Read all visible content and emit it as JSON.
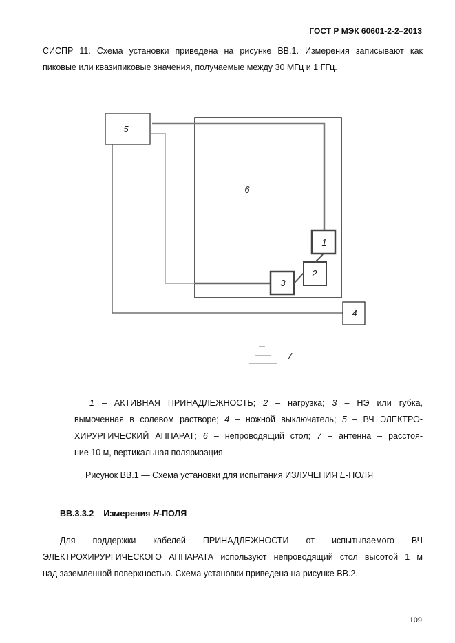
{
  "header": {
    "doc_id": "ГОСТ Р МЭК 60601-2-2–2013"
  },
  "intro": {
    "line1": "СИСПР 11. Схема установки приведена на рисунке ВВ.1. Измерения записывают как",
    "line2": "пиковые или квазипиковые значения, получаемые между 30 МГц и 1 ГГц."
  },
  "figure": {
    "labels": {
      "l1": "1",
      "l2": "2",
      "l3": "3",
      "l4": "4",
      "l5": "5",
      "l6": "6",
      "l7": "7"
    }
  },
  "legend": {
    "n1": "1",
    "t1": " – АКТИВНАЯ  ПРИНАДЛЕЖНОСТЬ;  ",
    "n2": "2",
    "t2": " – нагрузка;  ",
    "n3": "3",
    "t3": " – НЭ  или  губка,",
    "t4": "вымоченная в солевом растворе; ",
    "n4": "4",
    "t5": " – ножной выключатель; ",
    "n5": "5",
    "t6": " – ВЧ   ЭЛЕКТРО-",
    "t7": "ХИРУРГИЧЕСКИЙ АППАРАТ; ",
    "n6": "6",
    "t8": " – непроводящий стол; ",
    "n7": "7",
    "t9": " – антенна – расстоя-",
    "t10": "ние 10 м, вертикальная поляризация"
  },
  "caption": {
    "prefix": "Рисунок ВВ.1 — Схема установки для испытания ИЗЛУЧЕНИЯ ",
    "e": "Е",
    "suffix": "-ПОЛЯ"
  },
  "section": {
    "number": "ВВ.3.3.2",
    "title_pre": "Измерения ",
    "h": "Н",
    "title_post": "-ПОЛЯ"
  },
  "body": {
    "line1": "Для поддержки кабелей ПРИНАДЛЕЖНОСТИ от испытываемого ВЧ",
    "line2": "ЭЛЕКТРОХИРУРГИЧЕСКОГО АППАРАТА используют непроводящий стол высотой 1 м",
    "line3": "над заземленной поверхностью. Схема установки приведена на рисунке ВВ.2."
  },
  "footer": {
    "page_number": "109"
  }
}
